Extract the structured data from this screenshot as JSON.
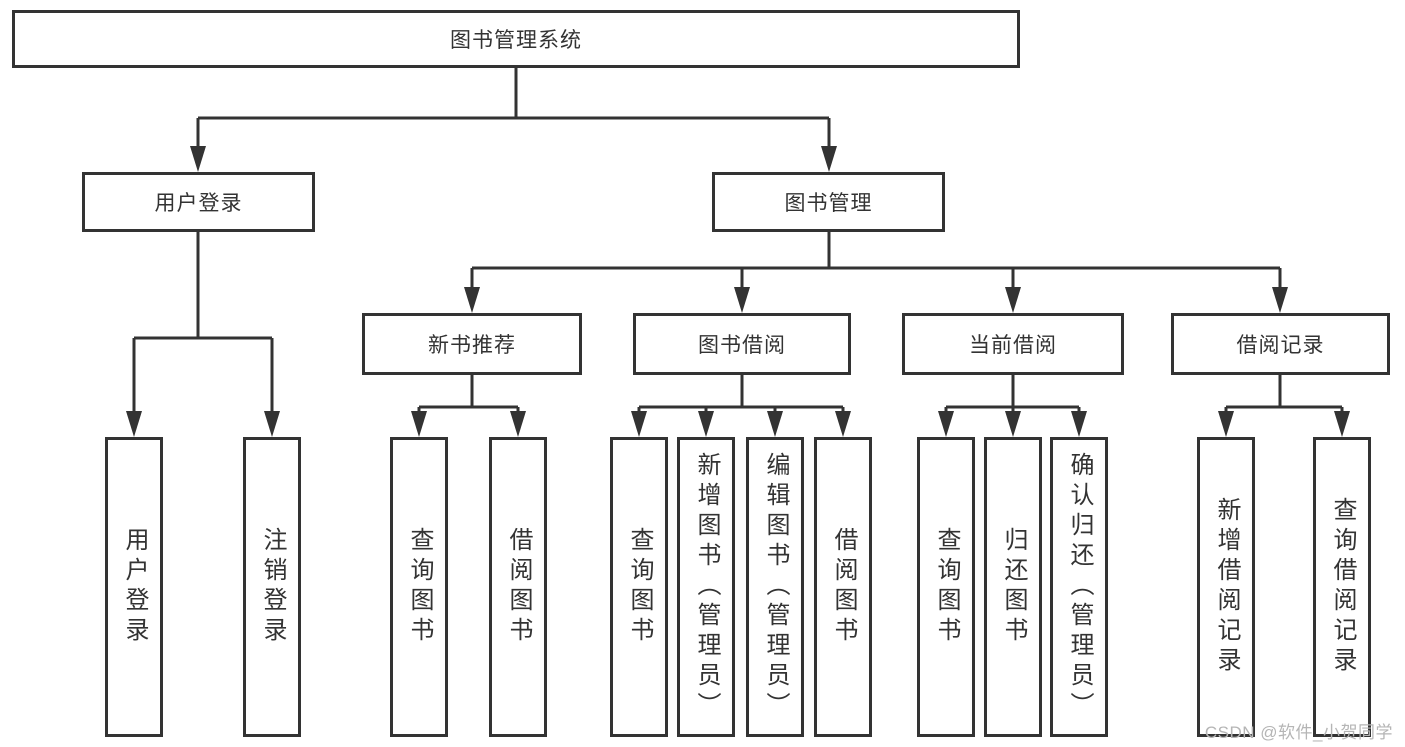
{
  "diagram": {
    "root": {
      "label": "图书管理系统"
    },
    "branches": [
      {
        "label": "用户登录",
        "children": [
          {
            "label": "用户登录"
          },
          {
            "label": "注销登录"
          }
        ]
      },
      {
        "label": "图书管理",
        "children": [
          {
            "label": "新书推荐",
            "children": [
              {
                "label": "查询图书"
              },
              {
                "label": "借阅图书"
              }
            ]
          },
          {
            "label": "图书借阅",
            "children": [
              {
                "label": "查询图书"
              },
              {
                "label": "新增图书（管理员）"
              },
              {
                "label": "编辑图书（管理员）"
              },
              {
                "label": "借阅图书"
              }
            ]
          },
          {
            "label": "当前借阅",
            "children": [
              {
                "label": "查询图书"
              },
              {
                "label": "归还图书"
              },
              {
                "label": "确认归还（管理员）"
              }
            ]
          },
          {
            "label": "借阅记录",
            "children": [
              {
                "label": "新增借阅记录"
              },
              {
                "label": "查询借阅记录"
              }
            ]
          }
        ]
      }
    ],
    "watermark": "CSDN @软件_小贺同学",
    "colors": {
      "line": "#333333",
      "background": "#ffffff",
      "watermark": "#b5b5b5"
    }
  }
}
